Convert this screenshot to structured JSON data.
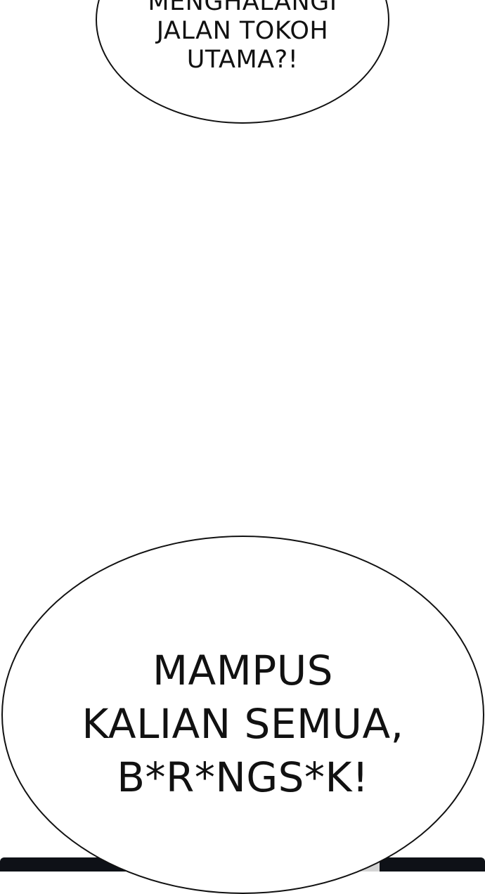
{
  "bubbles": {
    "top": {
      "lines": [
        "MENGHALANGI",
        "JALAN TOKOH",
        "UTAMA?!"
      ]
    },
    "bottom": {
      "lines": [
        "MAMPUS",
        "KALIAN SEMUA,",
        "B*R*NGS*K!"
      ]
    }
  },
  "colors": {
    "background": "#ffffff",
    "ink": "#111111",
    "panel_edge": "#0e1117"
  }
}
